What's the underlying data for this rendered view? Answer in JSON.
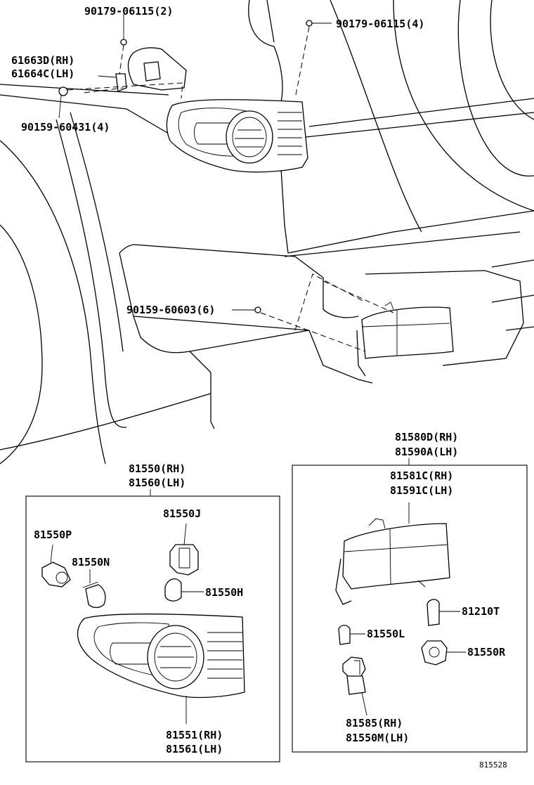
{
  "diagram": {
    "labels": {
      "screw_upper_left": "90179-06115(2)",
      "screw_upper_right": "90179-06115(4)",
      "bracket_rh": "61663D(RH)",
      "bracket_lh": "61664C(LH)",
      "nut_left": "90159-60431(4)",
      "nut_bumper": "90159-60603(6)",
      "lamp_assy_rh": "81550(RH)",
      "lamp_assy_lh": "81560(LH)",
      "socket_p": "81550P",
      "socket_j": "81550J",
      "bulb_n": "81550N",
      "bulb_h": "81550H",
      "lens_rh": "81551(RH)",
      "lens_lh": "81561(LH)",
      "side_assy_rh": "81580D(RH)",
      "side_assy_lh": "81590A(LH)",
      "side_lens_rh": "81581C(RH)",
      "side_lens_lh": "81591C(LH)",
      "bulb_t": "81210T",
      "bulb_l": "81550L",
      "socket_r": "81550R",
      "socket_assy_rh": "81585(RH)",
      "socket_assy_lh": "81550M(LH)",
      "figure_id": "815528"
    }
  }
}
